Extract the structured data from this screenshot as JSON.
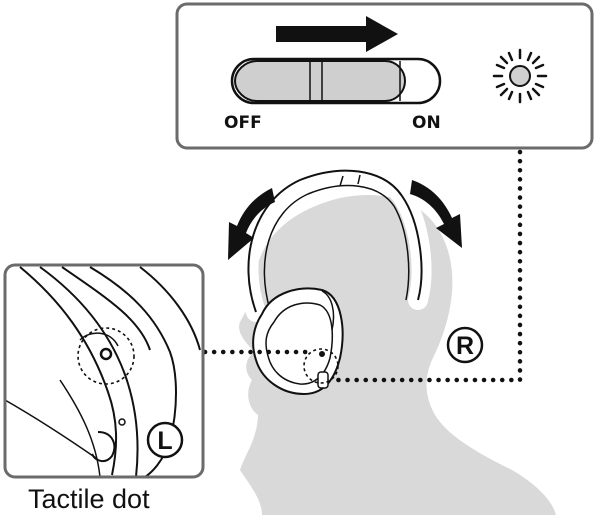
{
  "switch_panel": {
    "off_label": "OFF",
    "on_label": "ON"
  },
  "icons": {
    "direction_arrow": "right-arrow-icon",
    "indicator": "indicator-light-icon",
    "rotation_left": "rotate-arrow-icon",
    "rotation_right": "rotate-arrow-icon"
  },
  "markers": {
    "right": "R",
    "left": "L"
  },
  "caption": "Tactile dot",
  "colors": {
    "line": "#111111",
    "head": "#d9d9d9",
    "switch_fill": "#cfcfcf",
    "panel_border": "#6b6b6b"
  }
}
